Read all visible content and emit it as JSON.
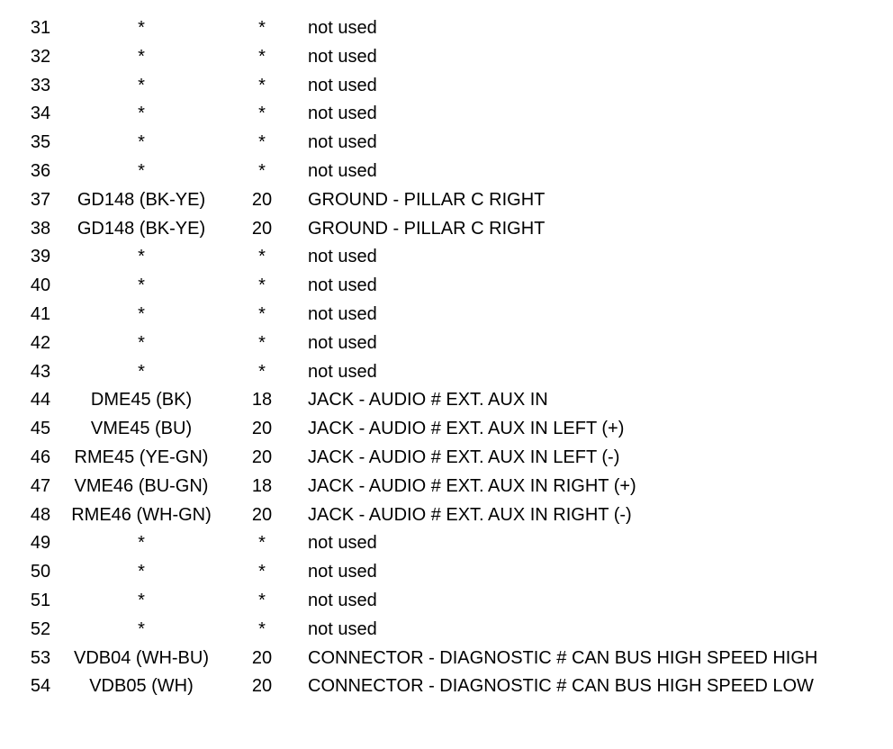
{
  "rows": [
    {
      "pin": "31",
      "wire": "*",
      "gauge": "*",
      "description": "not used"
    },
    {
      "pin": "32",
      "wire": "*",
      "gauge": "*",
      "description": "not used"
    },
    {
      "pin": "33",
      "wire": "*",
      "gauge": "*",
      "description": "not used"
    },
    {
      "pin": "34",
      "wire": "*",
      "gauge": "*",
      "description": "not used"
    },
    {
      "pin": "35",
      "wire": "*",
      "gauge": "*",
      "description": "not used"
    },
    {
      "pin": "36",
      "wire": "*",
      "gauge": "*",
      "description": "not used"
    },
    {
      "pin": "37",
      "wire": "GD148 (BK-YE)",
      "gauge": "20",
      "description": "GROUND - PILLAR C RIGHT"
    },
    {
      "pin": "38",
      "wire": "GD148 (BK-YE)",
      "gauge": "20",
      "description": "GROUND - PILLAR C RIGHT"
    },
    {
      "pin": "39",
      "wire": "*",
      "gauge": "*",
      "description": "not used"
    },
    {
      "pin": "40",
      "wire": "*",
      "gauge": "*",
      "description": "not used"
    },
    {
      "pin": "41",
      "wire": "*",
      "gauge": "*",
      "description": "not used"
    },
    {
      "pin": "42",
      "wire": "*",
      "gauge": "*",
      "description": "not used"
    },
    {
      "pin": "43",
      "wire": "*",
      "gauge": "*",
      "description": "not used"
    },
    {
      "pin": "44",
      "wire": "DME45 (BK)",
      "gauge": "18",
      "description": "JACK - AUDIO # EXT. AUX IN"
    },
    {
      "pin": "45",
      "wire": "VME45 (BU)",
      "gauge": "20",
      "description": "JACK - AUDIO # EXT. AUX IN LEFT (+)"
    },
    {
      "pin": "46",
      "wire": "RME45 (YE-GN)",
      "gauge": "20",
      "description": "JACK - AUDIO # EXT. AUX IN LEFT (-)"
    },
    {
      "pin": "47",
      "wire": "VME46 (BU-GN)",
      "gauge": "18",
      "description": "JACK - AUDIO # EXT. AUX IN RIGHT (+)"
    },
    {
      "pin": "48",
      "wire": "RME46 (WH-GN)",
      "gauge": "20",
      "description": "JACK - AUDIO # EXT. AUX IN RIGHT (-)"
    },
    {
      "pin": "49",
      "wire": "*",
      "gauge": "*",
      "description": "not used"
    },
    {
      "pin": "50",
      "wire": "*",
      "gauge": "*",
      "description": "not used"
    },
    {
      "pin": "51",
      "wire": "*",
      "gauge": "*",
      "description": "not used"
    },
    {
      "pin": "52",
      "wire": "*",
      "gauge": "*",
      "description": "not used"
    },
    {
      "pin": "53",
      "wire": "VDB04 (WH-BU)",
      "gauge": "20",
      "description": "CONNECTOR - DIAGNOSTIC # CAN BUS HIGH SPEED HIGH"
    },
    {
      "pin": "54",
      "wire": "VDB05 (WH)",
      "gauge": "20",
      "description": "CONNECTOR - DIAGNOSTIC # CAN BUS HIGH SPEED LOW"
    }
  ]
}
